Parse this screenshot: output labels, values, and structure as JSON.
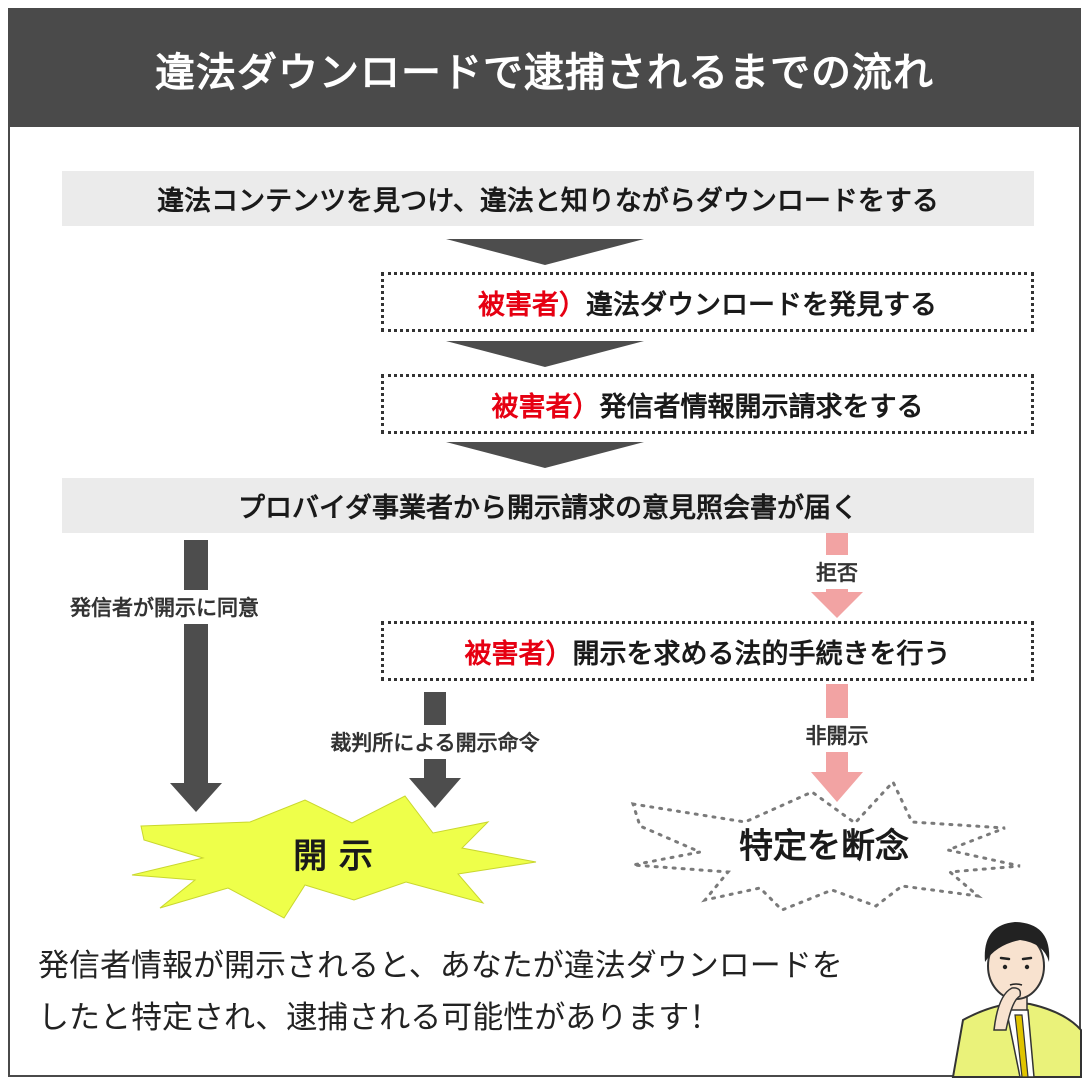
{
  "title": "違法ダウンロードで逮捕されるまでの流れ",
  "steps": {
    "step1": "違法コンテンツを見つけ、違法と知りながらダウンロードをする",
    "victim_prefix": "被害者）",
    "step2": "違法ダウンロードを発見する",
    "step3": "発信者情報開示請求をする",
    "step4": "プロバイダ事業者から開示請求の意見照会書が届く",
    "step5": "開示を求める法的手続きを行う"
  },
  "labels": {
    "consent": "発信者が開示に同意",
    "court_order": "裁判所による開示命令",
    "refuse": "拒否",
    "non_disclosure": "非開示"
  },
  "outcomes": {
    "disclosed": "開 示",
    "abandon": "特定を断念"
  },
  "footer": {
    "line1": "発信者情報が開示されると、あなたが違法ダウンロードを",
    "line2": "したと特定され、逮捕される可能性があります！"
  },
  "colors": {
    "header": "#4a4a4a",
    "arrow_dark": "#4d4d4d",
    "arrow_pink": "#f2a3a3",
    "victim_red": "#e60012",
    "burst_yellow": "#eeff4a",
    "box_gray": "#ebebeb"
  }
}
